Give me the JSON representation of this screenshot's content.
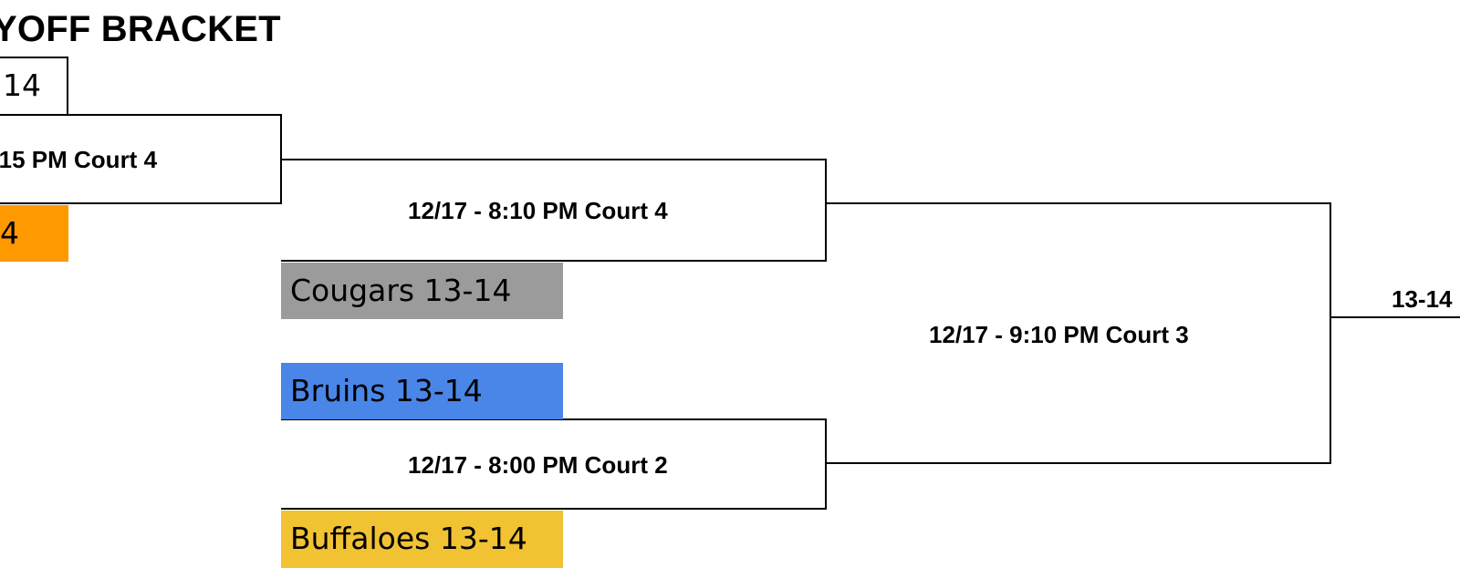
{
  "title": "YOFF BRACKET",
  "left_partial": {
    "team_top": "14",
    "game": ":15 PM Court 4",
    "team_bottom": "4"
  },
  "round2": {
    "game_top": "12/17 - 8:10 PM Court 4",
    "game_bottom": "12/17 - 8:00 PM Court 2",
    "teams": [
      {
        "name": "Cougars 13-14",
        "color": "#9b9b9b"
      },
      {
        "name": "Bruins 13-14",
        "color": "#4a86e8"
      },
      {
        "name": "Buffaloes 13-14",
        "color": "#f1c232"
      }
    ]
  },
  "semifinal": {
    "game": "12/17 - 9:10 PM Court 3"
  },
  "final": {
    "label": "13-14"
  },
  "colors": {
    "orange": "#ff9900",
    "line": "#000000"
  }
}
